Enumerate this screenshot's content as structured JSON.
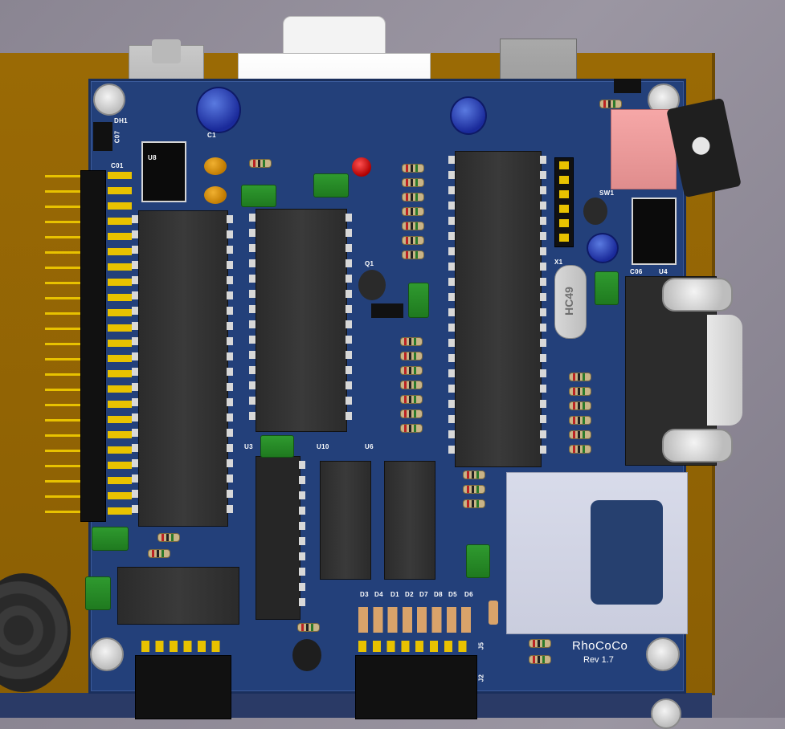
{
  "board": {
    "name": "RhoCoCo",
    "revision": "Rev 1.7",
    "colors": {
      "solder_mask": "#23407a",
      "outer_board": "#9a6a05",
      "pad_gold": "#e8c200",
      "silkscreen": "#ffffff"
    }
  },
  "crystal": {
    "label": "HC49"
  },
  "silkscreen": {
    "dh1": "DH1",
    "c07": "C07",
    "c01": "C01",
    "c1": "C1",
    "u8": "U8",
    "q1": "Q1",
    "u3": "U3",
    "u10": "U10",
    "u6": "U6",
    "x1": "X1",
    "c06": "C06",
    "u4": "U4",
    "sw1": "SW1",
    "j5": "J5",
    "j2": "J2",
    "d3": "D3",
    "d4": "D4",
    "d1": "D1",
    "d2": "D2",
    "d7": "D7",
    "d8": "D8",
    "d5": "D5",
    "d6": "D6"
  }
}
